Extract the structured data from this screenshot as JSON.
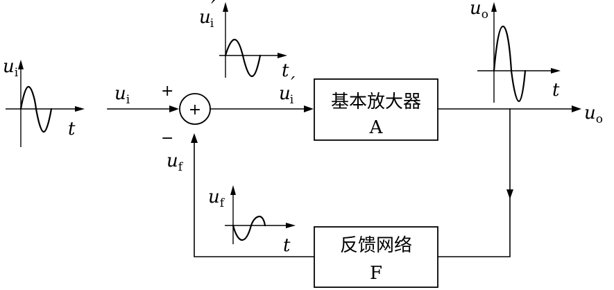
{
  "signals": {
    "ui": {
      "sym": "u",
      "sub": "i"
    },
    "uip": {
      "sym": "u",
      "sub": "i",
      "prime": "′"
    },
    "uf": {
      "sym": "u",
      "sub": "f"
    },
    "uo": {
      "sym": "u",
      "sub": "o"
    },
    "t": "t"
  },
  "summer": {
    "plus": "+",
    "minus": "−",
    "symbol": "+"
  },
  "amplifier": {
    "name": "基本放大器",
    "letter": "A"
  },
  "feedback": {
    "name": "反馈网络",
    "letter": "F"
  }
}
